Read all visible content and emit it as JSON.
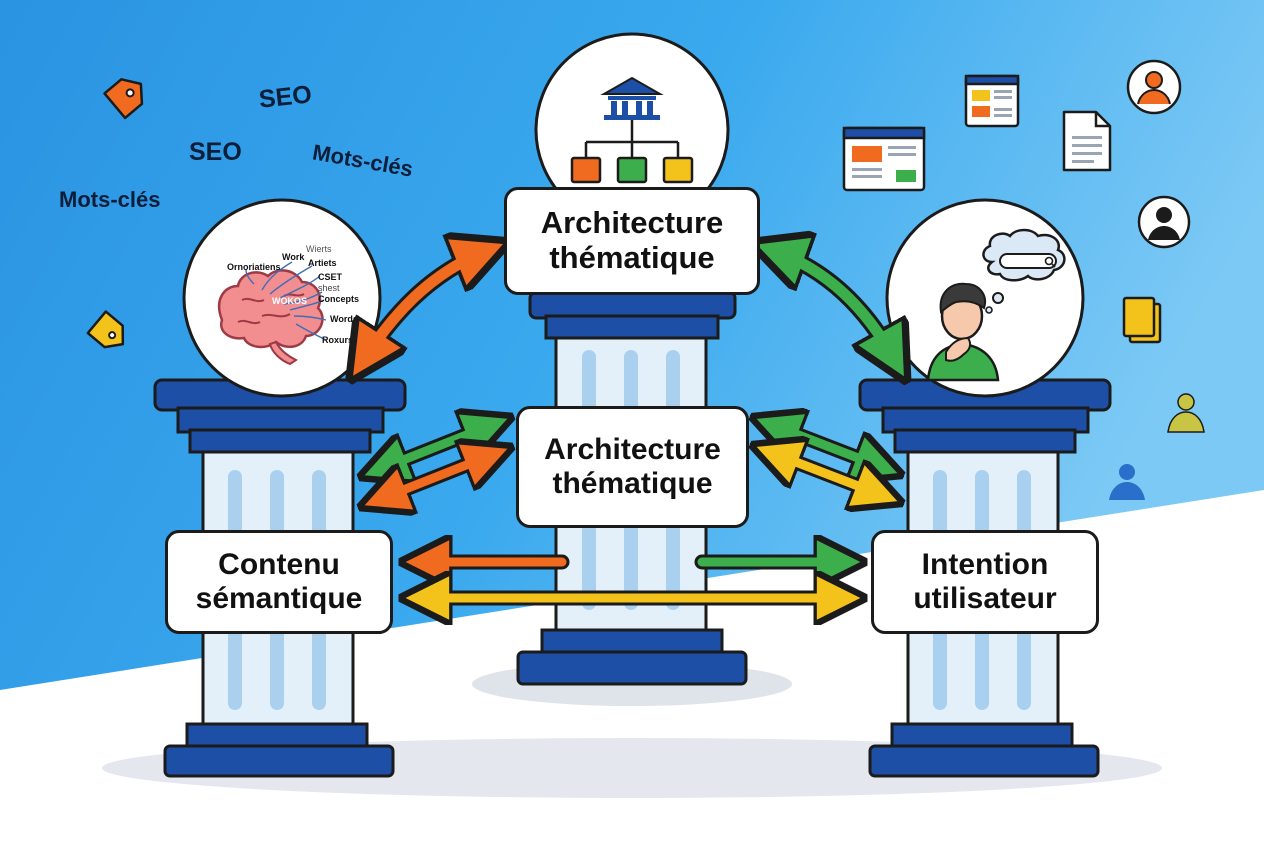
{
  "pillars": {
    "left": {
      "line1": "Contenu",
      "line2": "sémantique"
    },
    "center_top": {
      "line1": "Architecture",
      "line2": "thématique"
    },
    "center_mid": {
      "line1": "Architecture",
      "line2": "thématique"
    },
    "right": {
      "line1": "Intention",
      "line2": "utilisateur"
    }
  },
  "floating_words": {
    "seo_1": "SEO",
    "seo_2": "SEO",
    "keywords_1": "Mots-clés",
    "keywords_2": "Mots-clés"
  },
  "brain_words": [
    "Wierts",
    "Work",
    "Artiets",
    "Ornoriatiens",
    "CSET",
    "WOKOS",
    "shest",
    "Concepts",
    "Words",
    "Roxurs"
  ],
  "colors": {
    "sky": "#2f9ee8",
    "pillar_blue": "#1e4fa6",
    "column_fill": "#e3f0fa",
    "arrow_orange": "#f06b1f",
    "arrow_green": "#3cae4b",
    "arrow_yellow": "#f3c21b"
  }
}
